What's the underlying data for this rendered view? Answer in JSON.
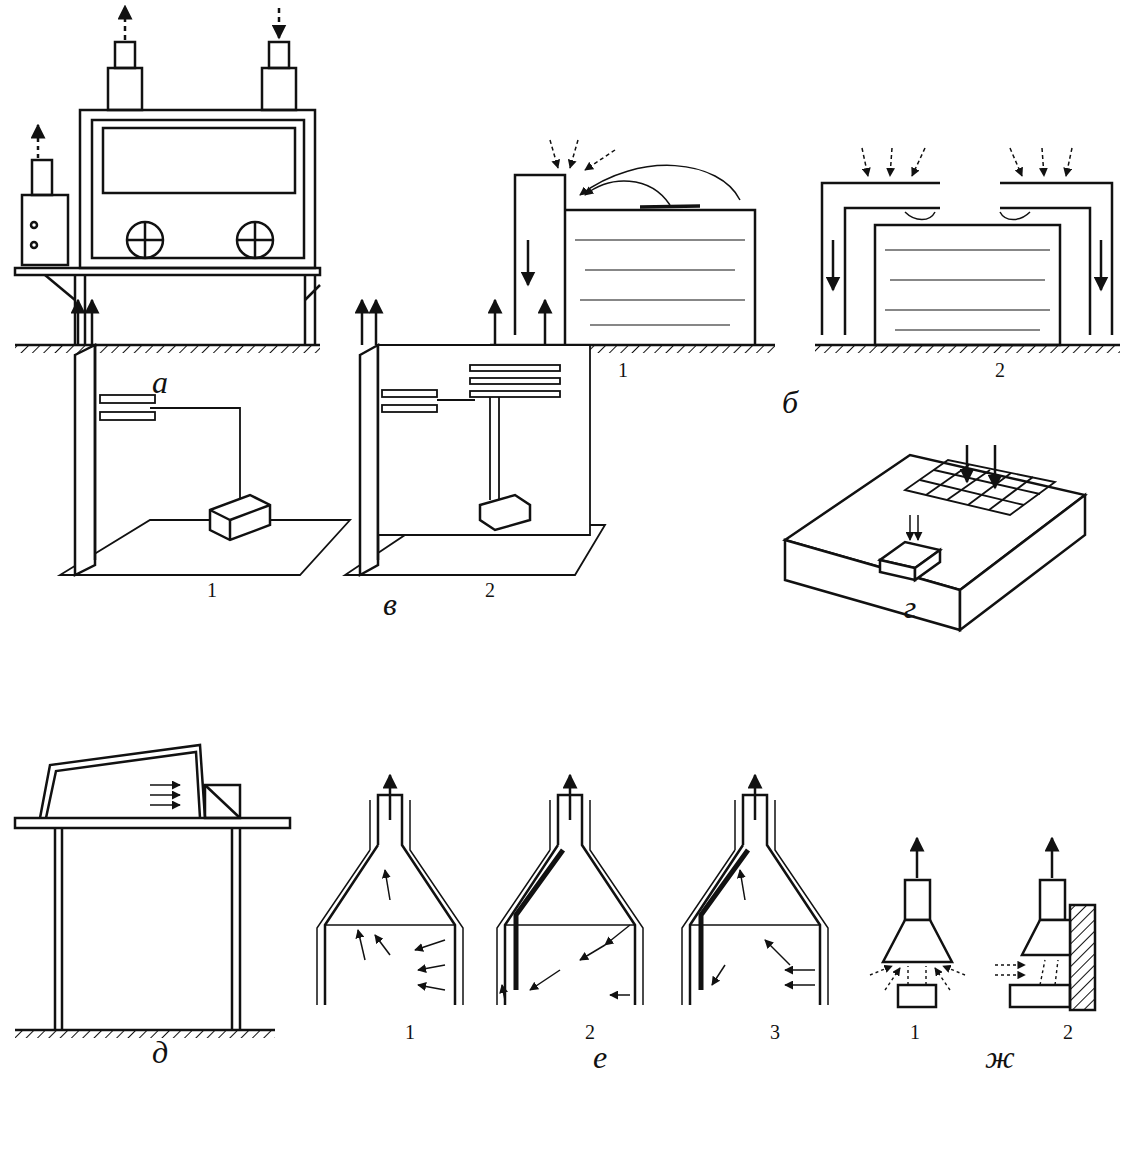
{
  "diagram": {
    "labels": [
      "а",
      "1",
      "2",
      "б",
      "1",
      "2",
      "в",
      "г",
      "д",
      "1",
      "2",
      "3",
      "е",
      "1",
      "2",
      "ж"
    ]
  }
}
